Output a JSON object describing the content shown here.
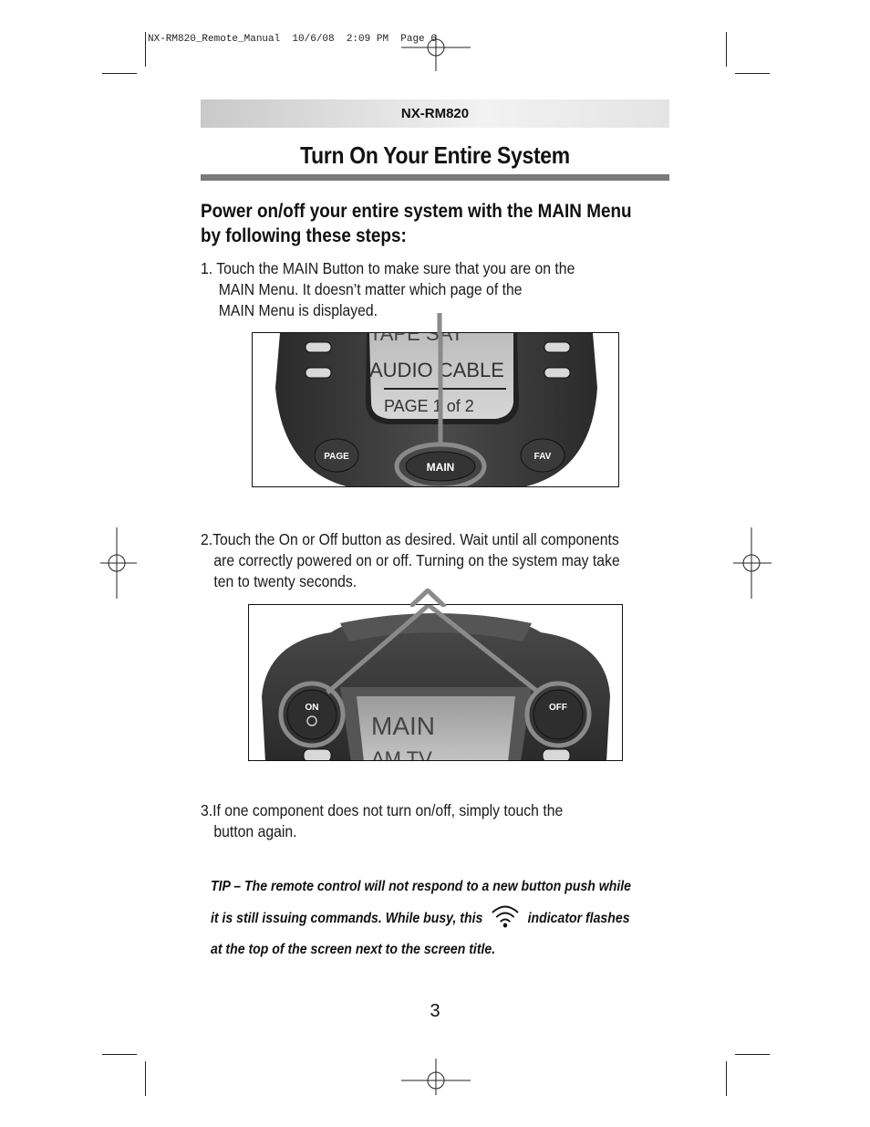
{
  "print_slug": "NX-RM820_Remote_Manual  10/6/08  2:09 PM  Page 6",
  "header": {
    "model_label": "NX-RM820"
  },
  "page_title": "Turn On Your Entire System",
  "subheading": {
    "line1": "Power on/off your entire system with the MAIN Menu",
    "line2": "by following these steps:"
  },
  "steps": [
    {
      "line1": "1. Touch the MAIN Button to make sure that you are on the",
      "line2": "MAIN Menu. It doesn’t matter which page of the",
      "line3": "MAIN Menu is displayed."
    },
    {
      "line1": "2.Touch the On or Off button as desired. Wait until all components",
      "line2": "are correctly powered on or off. Turning on the system may take",
      "line3": "ten to twenty seconds."
    },
    {
      "line1": "3.If one component does not turn on/off, simply touch the",
      "line2": "button again."
    }
  ],
  "photo1": {
    "screen_line1": "TAPE   SAT",
    "screen_line2": "AUDIO CABLE",
    "screen_line3": "PAGE 1 of 2",
    "page_button": "PAGE",
    "main_button": "MAIN",
    "fav_button": "FAV"
  },
  "photo2": {
    "on_button": "ON",
    "off_button": "OFF",
    "screen_title": "MAIN",
    "screen_row": "AM      TV"
  },
  "tip": {
    "line1": "TIP – The remote control will not respond to a new button push while",
    "line2a": "it is still issuing commands. While busy, this",
    "line2b": "indicator flashes",
    "line3": "at the top of the screen next to the screen title."
  },
  "page_number": "3",
  "icons": [
    "crop-mark",
    "registration-mark",
    "busy-signal-icon"
  ]
}
